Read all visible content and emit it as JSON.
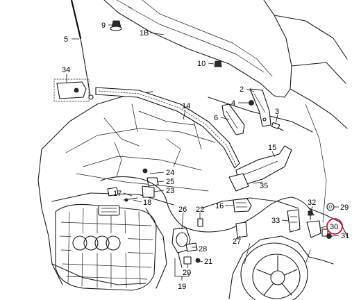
{
  "callouts": [
    {
      "id": "c1B",
      "text": "1B"
    },
    {
      "id": "c2",
      "text": "2"
    },
    {
      "id": "c3",
      "text": "3"
    },
    {
      "id": "c4",
      "text": "4"
    },
    {
      "id": "c5",
      "text": "5"
    },
    {
      "id": "c6",
      "text": "6"
    },
    {
      "id": "c9",
      "text": "9"
    },
    {
      "id": "c10",
      "text": "10"
    },
    {
      "id": "c14",
      "text": "14"
    },
    {
      "id": "c15",
      "text": "15"
    },
    {
      "id": "c16",
      "text": "16"
    },
    {
      "id": "c17",
      "text": "17"
    },
    {
      "id": "c18",
      "text": "18"
    },
    {
      "id": "c19",
      "text": "19"
    },
    {
      "id": "c20",
      "text": "20"
    },
    {
      "id": "c21",
      "text": "21"
    },
    {
      "id": "c22",
      "text": "22"
    },
    {
      "id": "c23",
      "text": "23"
    },
    {
      "id": "c24",
      "text": "24"
    },
    {
      "id": "c25",
      "text": "25"
    },
    {
      "id": "c26",
      "text": "26"
    },
    {
      "id": "c27",
      "text": "27"
    },
    {
      "id": "c28",
      "text": "28"
    },
    {
      "id": "c29",
      "text": "29"
    },
    {
      "id": "c30",
      "text": "30"
    },
    {
      "id": "c31",
      "text": "31"
    },
    {
      "id": "c32",
      "text": "32"
    },
    {
      "id": "c33",
      "text": "33"
    },
    {
      "id": "c34",
      "text": "34"
    },
    {
      "id": "c35",
      "text": "35"
    }
  ],
  "highlighted_callout": "30",
  "colors": {
    "highlight": "#c8102e",
    "line": "#1a1a1a"
  }
}
